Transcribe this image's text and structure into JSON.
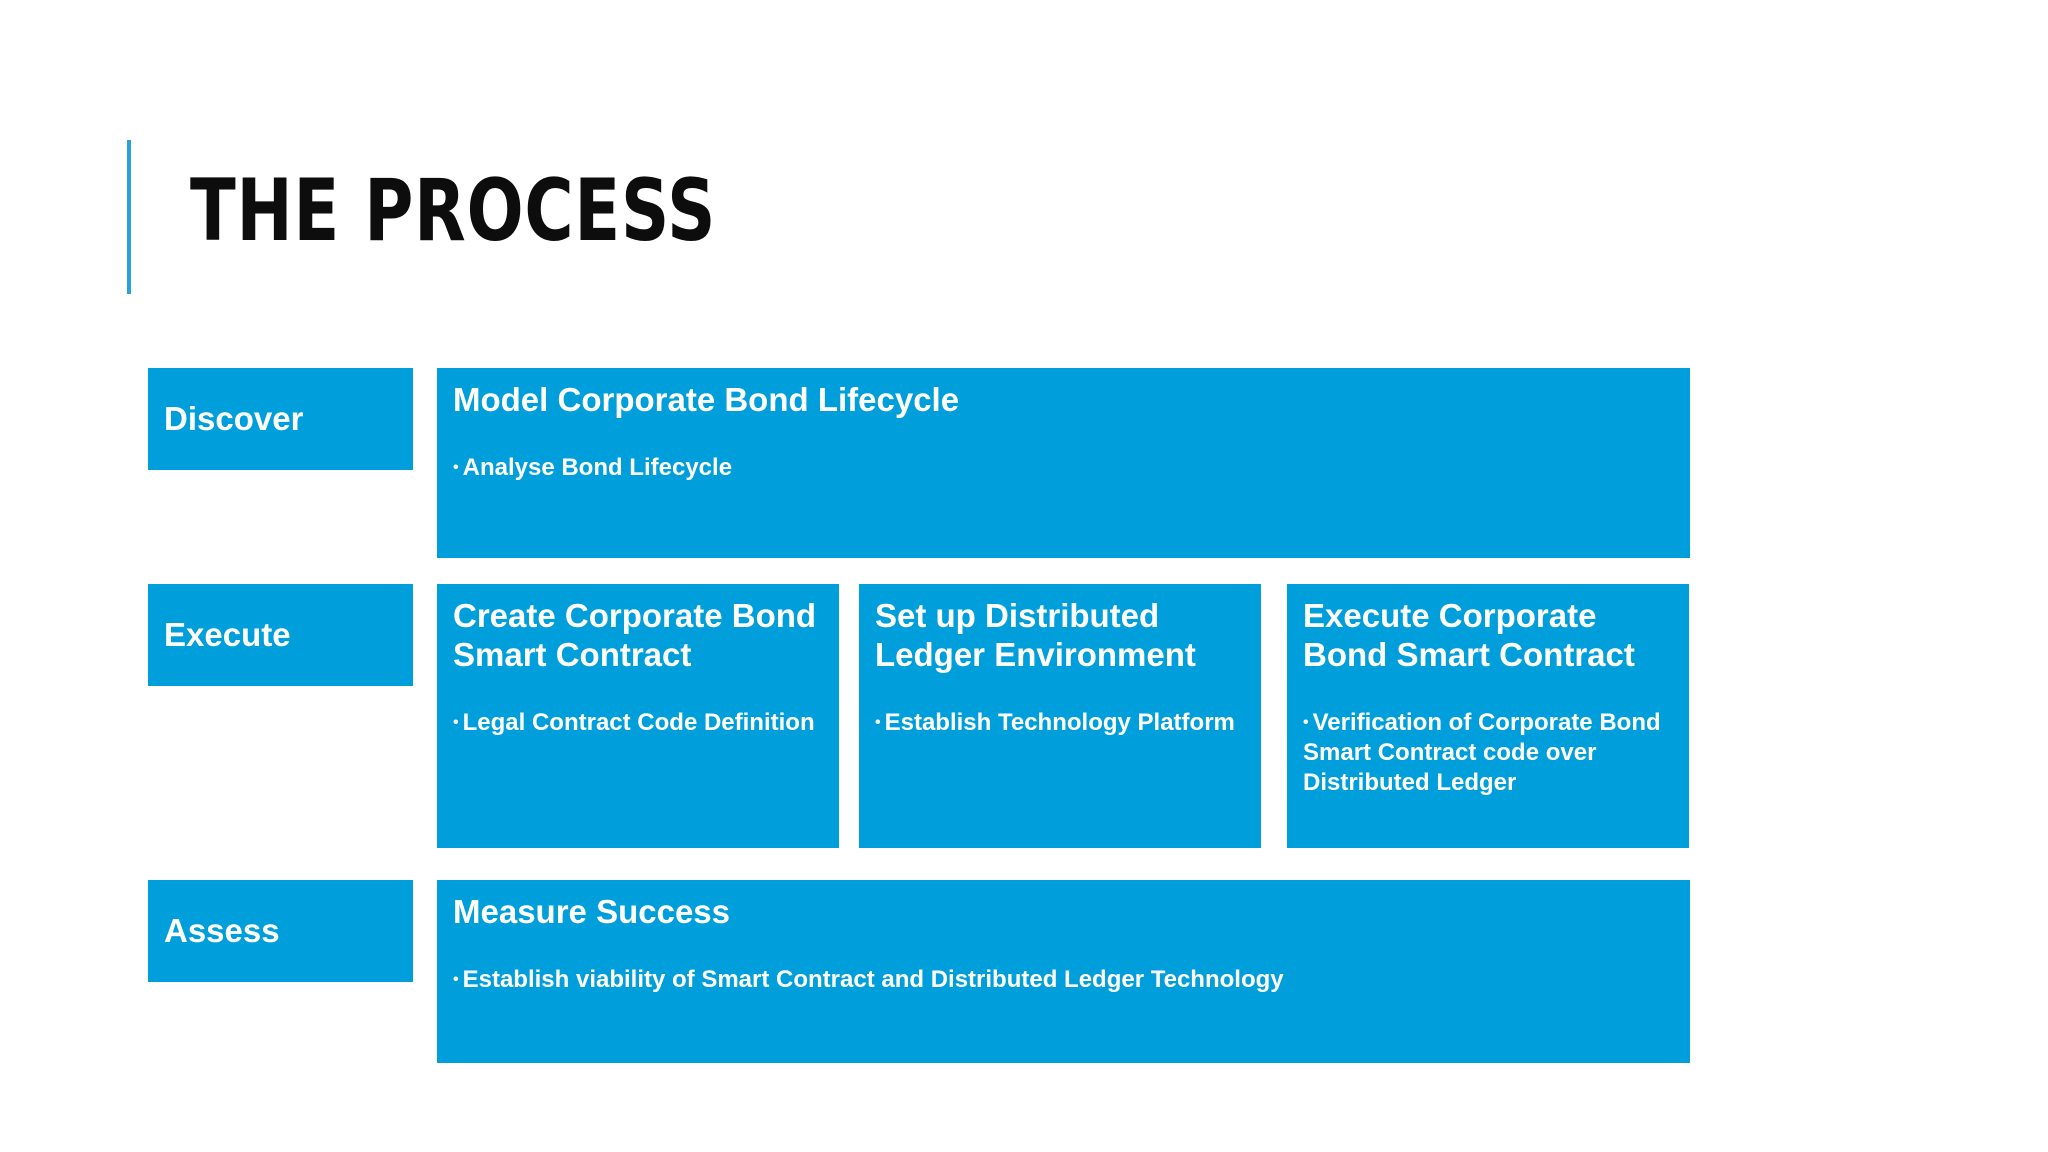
{
  "slide": {
    "title": "THE PROCESS"
  },
  "stages": [
    {
      "label": "Discover",
      "cards": [
        {
          "title": "Model Corporate Bond Lifecycle",
          "bullet": "Analyse Bond Lifecycle"
        }
      ]
    },
    {
      "label": "Execute",
      "cards": [
        {
          "title": "Create Corporate Bond Smart Contract",
          "bullet": "Legal Contract Code Definition"
        },
        {
          "title": "Set up Distributed Ledger Environment",
          "bullet": "Establish Technology Platform"
        },
        {
          "title": "Execute Corporate Bond Smart Contract",
          "bullet": "Verification of Corporate Bond Smart Contract code over Distributed Ledger"
        }
      ]
    },
    {
      "label": "Assess",
      "cards": [
        {
          "title": "Measure Success",
          "bullet": "Establish viability of Smart Contract and Distributed Ledger Technology"
        }
      ]
    }
  ],
  "bullet_glyph": "•",
  "colors": {
    "box_fill": "#009fdb",
    "box_text": "#ffffff",
    "title_accent": "#29a3d6",
    "title_text": "#0d0d0d"
  }
}
